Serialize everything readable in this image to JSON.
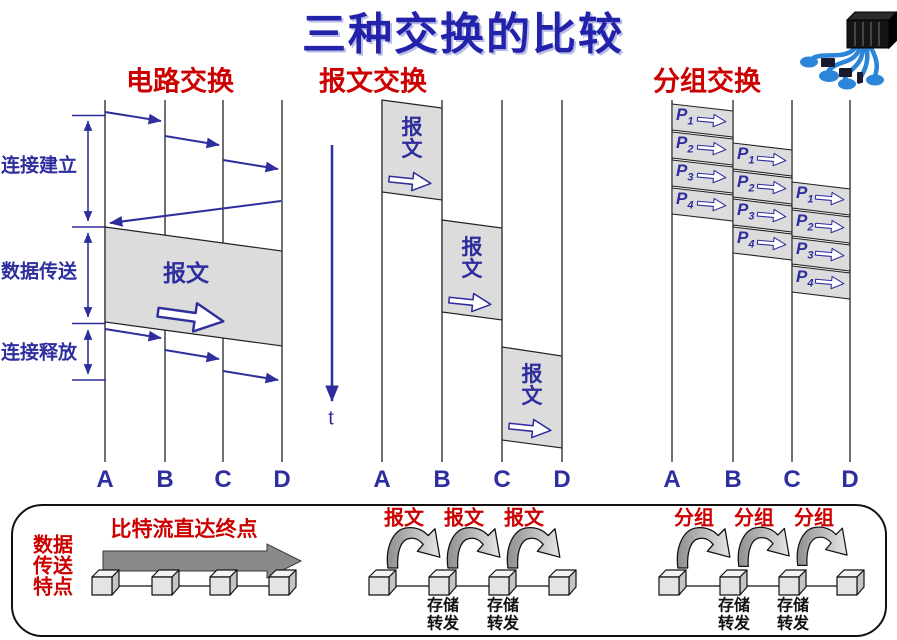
{
  "title": "三种交换的比较",
  "sections": {
    "circuit": {
      "header": "电路交换",
      "phase_labels": [
        "连接建立",
        "数据传送",
        "连接释放"
      ],
      "block_label": "报文",
      "nodes": [
        "A",
        "B",
        "C",
        "D"
      ]
    },
    "message": {
      "header": "报文交换",
      "block_label": "报文",
      "time_axis_label": "t",
      "nodes": [
        "A",
        "B",
        "C",
        "D"
      ]
    },
    "packet": {
      "header": "分组交换",
      "p_prefix": "P",
      "p_numbers": [
        "1",
        "2",
        "3",
        "4"
      ],
      "nodes": [
        "A",
        "B",
        "C",
        "D"
      ]
    }
  },
  "bottom_panel": {
    "row_label": "数据\n传送\n特点",
    "circuit_feature": "比特流直达终点",
    "message_hop_label": "报文",
    "packet_hop_label": "分组",
    "store_forward_label": "存储\n转发"
  },
  "colors": {
    "title_blue": "#2222aa",
    "accent_red": "#cc0000",
    "diagram_blue": "#2e2e9e",
    "block_gray": "#dcdcdc"
  }
}
